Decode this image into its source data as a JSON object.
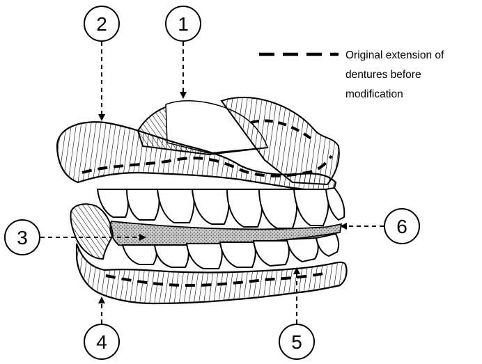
{
  "legend": {
    "line_1": "Original extension of",
    "line_2": "dentures before",
    "line_3": "modification"
  },
  "callouts": [
    {
      "id": "1",
      "label": "1"
    },
    {
      "id": "2",
      "label": "2"
    },
    {
      "id": "3",
      "label": "3"
    },
    {
      "id": "4",
      "label": "4"
    },
    {
      "id": "5",
      "label": "5"
    },
    {
      "id": "6",
      "label": "6"
    }
  ],
  "colors": {
    "ink": "#000000",
    "background": "#ffffff",
    "occlusal_fill": "#bdbdbd"
  }
}
